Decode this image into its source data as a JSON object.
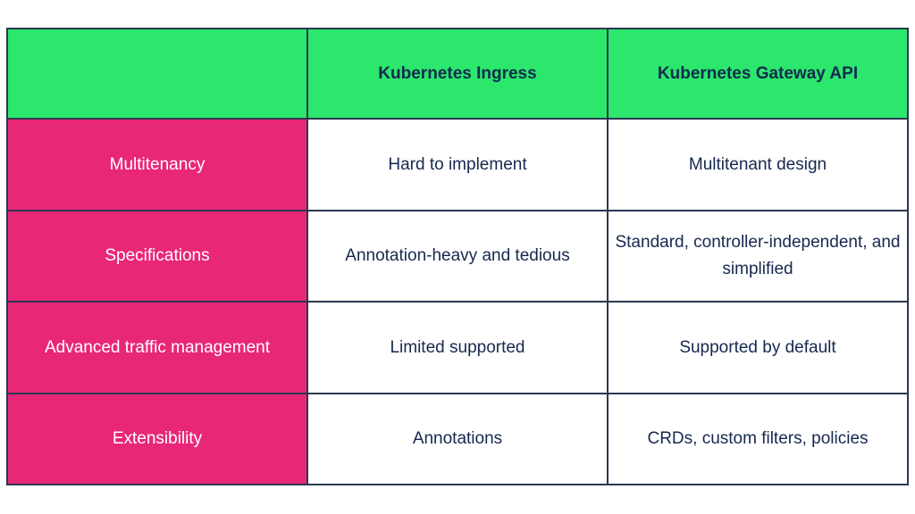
{
  "table": {
    "columns": [
      {
        "label": ""
      },
      {
        "label": "Kubernetes Ingress"
      },
      {
        "label": "Kubernetes Gateway API"
      }
    ],
    "rows": [
      {
        "feature": "Multitenancy",
        "ingress": "Hard to implement",
        "gateway": "Multitenant design"
      },
      {
        "feature": "Specifications",
        "ingress": "Annotation-heavy and tedious",
        "gateway": "Standard, controller-independent, and simplified"
      },
      {
        "feature": "Advanced traffic management",
        "ingress": "Limited supported",
        "gateway": "Supported by default"
      },
      {
        "feature": "Extensibility",
        "ingress": "Annotations",
        "gateway": "CRDs, custom filters, policies"
      }
    ],
    "colors": {
      "header_bg": "#2be76c",
      "feature_column_bg": "#e92777",
      "header_text": "#112b4e",
      "body_text": "#16294e",
      "feature_text": "#ffffff",
      "border": "#2b3850",
      "page_bg": "#ffffff"
    }
  }
}
